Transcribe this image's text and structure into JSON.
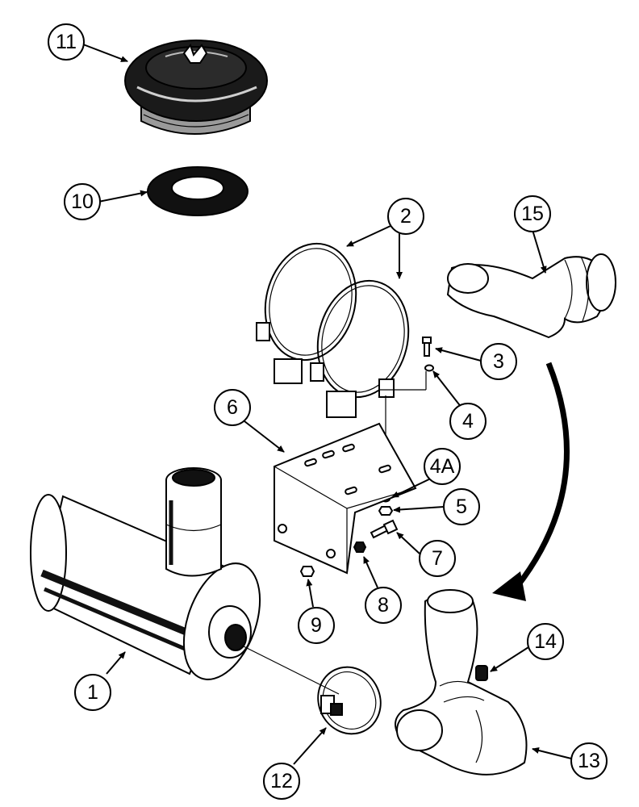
{
  "callouts": {
    "c1": "1",
    "c2": "2",
    "c3": "3",
    "c4": "4",
    "c4a": "4A",
    "c5": "5",
    "c6": "6",
    "c7": "7",
    "c8": "8",
    "c9": "9",
    "c10": "10",
    "c11": "11",
    "c12": "12",
    "c13": "13",
    "c14": "14",
    "c15": "15"
  }
}
